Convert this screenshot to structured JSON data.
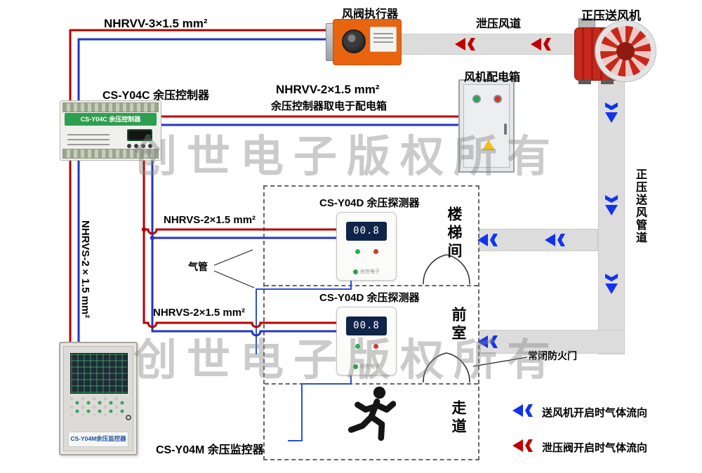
{
  "watermark": "创世电子版权所有",
  "cables": {
    "actuator_cable": "NHRVV-3×1.5 mm²",
    "power_cable": "NHRVV-2×1.5 mm²",
    "power_note": "余压控制器取电于配电箱",
    "bus_upper": "NHRVS-2×1.5 mm²",
    "bus_lower": "NHRVS-2×1.5 mm²",
    "bus_left": "NHRVS-2×1.5 mm²"
  },
  "components": {
    "fan": "正压送风机",
    "actuator": "风阀执行器",
    "relief_duct": "泄压风道",
    "power_box": "风机配电箱",
    "controller": "CS-Y04C 余压控制器",
    "detector_upper": "CS-Y04D 余压探测器",
    "detector_lower": "CS-Y04D 余压探测器",
    "monitor": "CS-Y04M 余压监控器",
    "supply_duct": "正压送风管道",
    "fire_door": "常闭防火门",
    "air_tube": "气管"
  },
  "rooms": {
    "stairwell": "楼梯间",
    "front_room": "前室",
    "corridor": "走道"
  },
  "devices": {
    "controller_panel": "CS-Y04C 余压控制器",
    "detector_display": "00.8",
    "detector_brand": "创世电子",
    "monitor_panel": "CS-Y04M余压监控器"
  },
  "legend": {
    "supply_flow": "送风机开启时气体流向",
    "relief_flow": "泄压阀开启时气体流向"
  },
  "colors": {
    "wire_red": "#b80000",
    "wire_blue": "#2236c8",
    "arrow_blue": "#1133ee",
    "arrow_red": "#c00000",
    "duct_gray": "#dcdcdc",
    "actuator_orange": "#e8640e",
    "fan_red": "#c8281c"
  },
  "icons": {
    "flow_arrow": "double-triangle-arrow",
    "runner": "running-person",
    "door": "door-swing-arcs"
  }
}
